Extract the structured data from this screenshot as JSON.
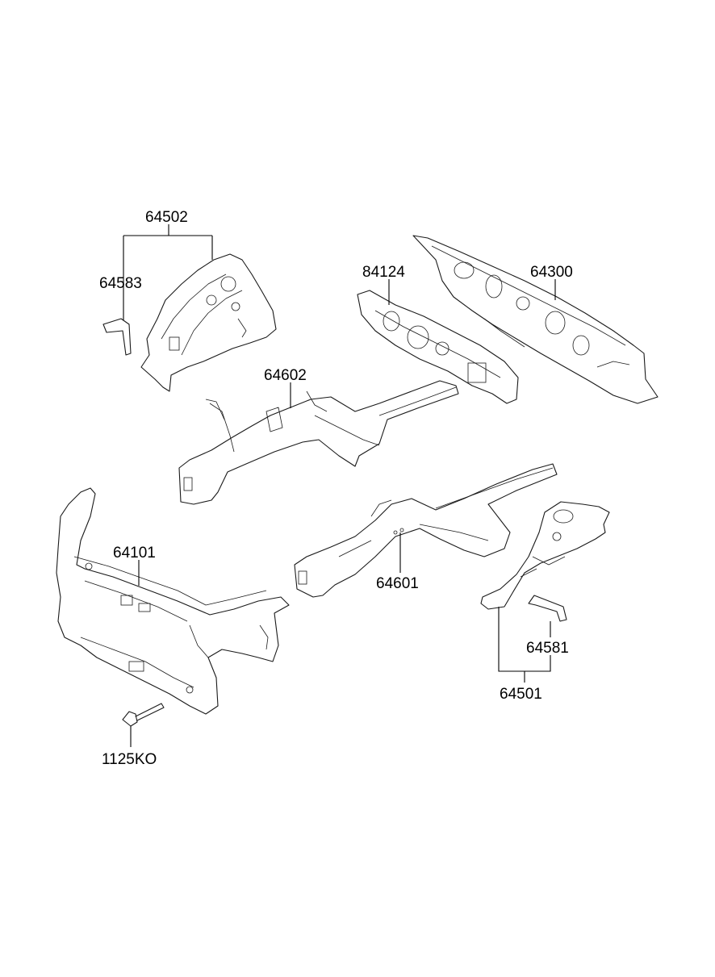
{
  "labels": {
    "p64502": "64502",
    "p64583": "64583",
    "p84124": "84124",
    "p64300": "64300",
    "p64602": "64602",
    "p64101": "64101",
    "p64601": "64601",
    "p64581": "64581",
    "p64501": "64501",
    "p1125KO": "1125KO"
  },
  "colors": {
    "line": "#1a1a1a",
    "background": "#ffffff"
  }
}
